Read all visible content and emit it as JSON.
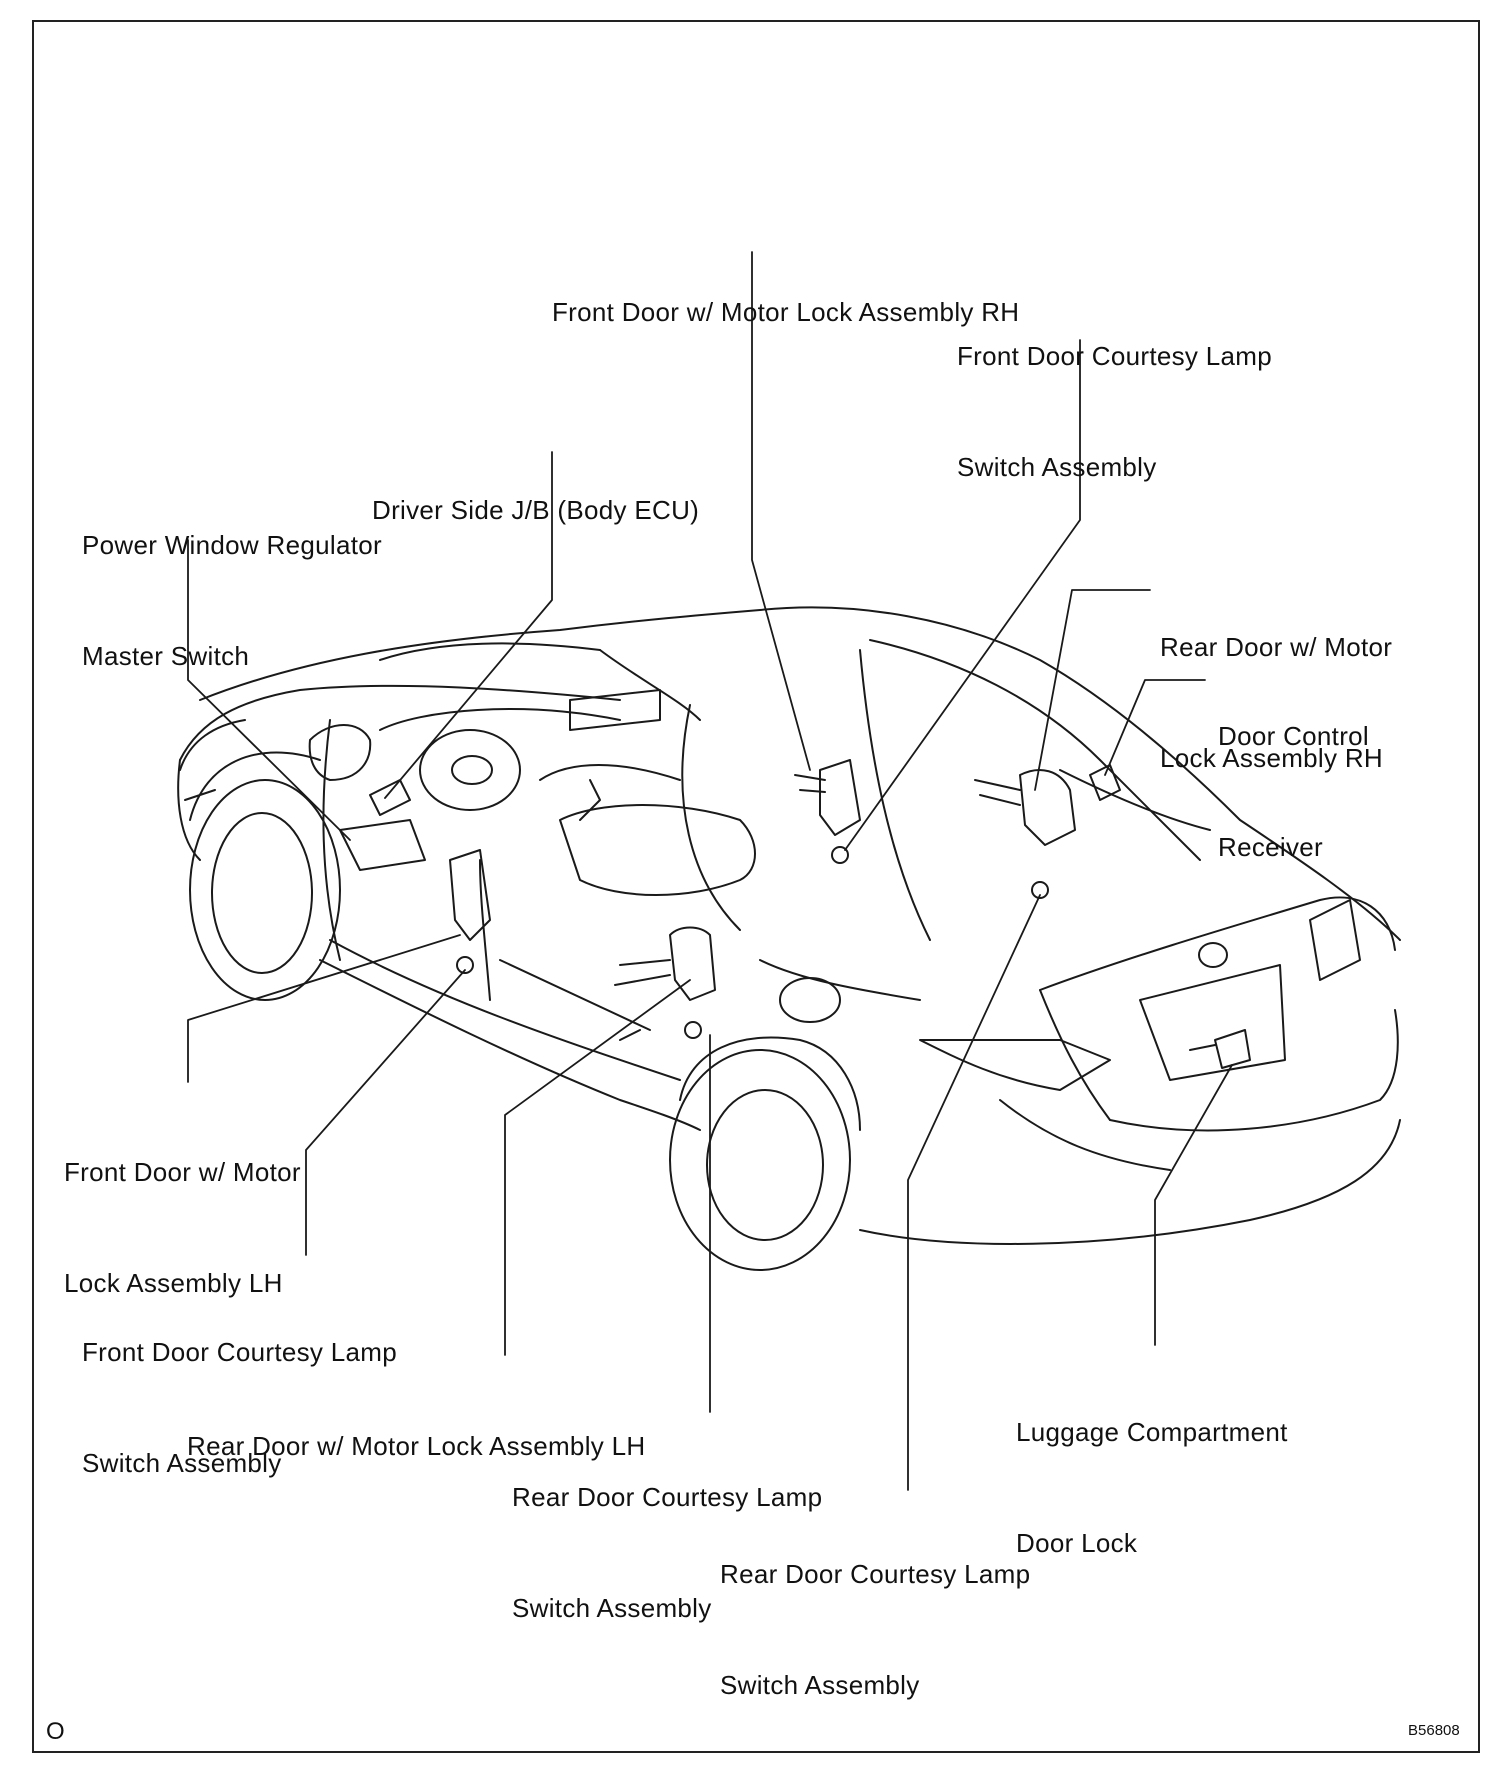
{
  "labels": {
    "front_door_lock_rh": {
      "line1": "Front Door w/ Motor Lock Assembly RH"
    },
    "front_door_courtesy_rh": {
      "line1": "Front Door Courtesy Lamp",
      "line2": "Switch Assembly"
    },
    "driver_side_jb": {
      "line1": "Driver Side J/B (Body ECU)"
    },
    "power_window_master": {
      "line1": "Power Window Regulator",
      "line2": "Master Switch"
    },
    "rear_door_lock_rh": {
      "line1": "Rear Door w/ Motor",
      "line2": "Lock Assembly RH"
    },
    "door_control_receiver": {
      "line1": "Door Control",
      "line2": "Receiver"
    },
    "front_door_lock_lh": {
      "line1": "Front Door w/ Motor",
      "line2": "Lock Assembly LH"
    },
    "front_door_courtesy_lh": {
      "line1": "Front Door Courtesy Lamp",
      "line2": "Switch Assembly"
    },
    "rear_door_lock_lh": {
      "line1": "Rear Door w/ Motor Lock Assembly LH"
    },
    "luggage_door_lock": {
      "line1": "Luggage Compartment",
      "line2": "Door Lock"
    },
    "rear_door_courtesy_lh": {
      "line1": "Rear Door Courtesy Lamp",
      "line2": "Switch Assembly"
    },
    "rear_door_courtesy_rh": {
      "line1": "Rear Door Courtesy Lamp",
      "line2": "Switch Assembly"
    }
  },
  "corner_mark": "O",
  "figure_code": "B56808",
  "colors": {
    "line": "#1a1a1a",
    "background": "#ffffff"
  }
}
